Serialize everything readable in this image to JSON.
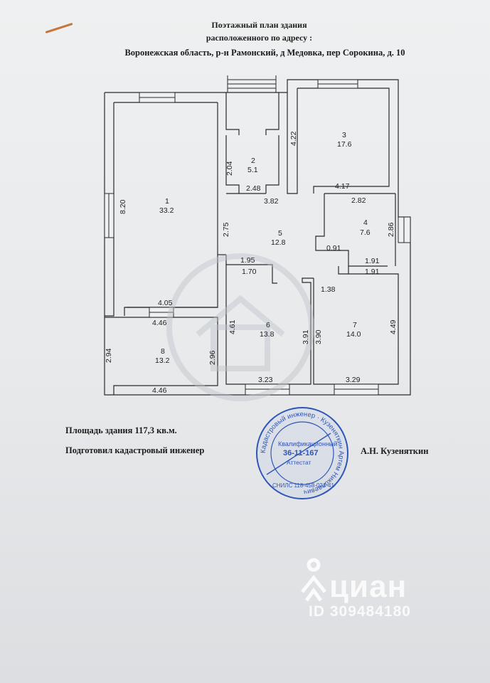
{
  "header": {
    "title": "Поэтажный план здания",
    "subtitle": "расположенного по адресу :",
    "address": "Воронежская область, р-н Рамонский, д Медовка, пер Сорокина, д. 10"
  },
  "rooms": [
    {
      "number": "1",
      "area": "33.2"
    },
    {
      "number": "2",
      "area": "5.1"
    },
    {
      "number": "3",
      "area": "17.6"
    },
    {
      "number": "4",
      "area": "7.6"
    },
    {
      "number": "5",
      "area": "12.8"
    },
    {
      "number": "6",
      "area": "13.8"
    },
    {
      "number": "7",
      "area": "14.0"
    },
    {
      "number": "8",
      "area": "13.2"
    }
  ],
  "dimensions": [
    "8.20",
    "2.04",
    "2.48",
    "3.82",
    "4.22",
    "4.17",
    "2.82",
    "2.86",
    "2.75",
    "0.91",
    "1.91",
    "1.95",
    "1.70",
    "1.38",
    "1.91",
    "4.05",
    "4.46",
    "4.61",
    "3.91",
    "3.90",
    "4.49",
    "2.94",
    "2.96",
    "3.23",
    "3.29",
    "4.46"
  ],
  "footer": {
    "area_text": "Площадь здания 117,3 кв.м.",
    "prepared_text": "Подготовил кадастровый инженер",
    "signature": "А.Н. Кузеняткин"
  },
  "stamp": {
    "ring_text": "Кадастровый инженер · Кузеняткин Артем Николаевич",
    "line1": "Квалификационный",
    "number": "36-11-167",
    "line2": "Аттестат",
    "bottom": "СНИЛС 118-458-024-41"
  },
  "watermark": {
    "brand": "циан",
    "id": "ID 309484180"
  },
  "colors": {
    "stamp": "#2e56b8",
    "wall": "#2a2a2a"
  }
}
